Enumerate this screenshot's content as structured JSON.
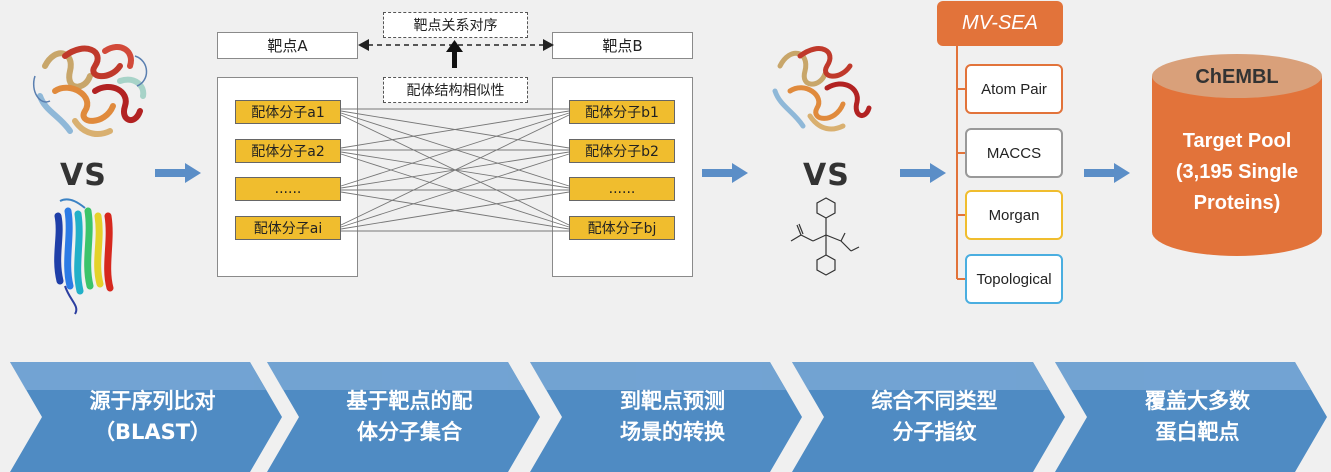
{
  "target_a": "靶点A",
  "target_b": "靶点B",
  "relation_top": "靶点关系对序",
  "relation_mid": "配体结构相似性",
  "ligands_a": [
    "配体分子a1",
    "配体分子a2",
    "......",
    "配体分子ai"
  ],
  "ligands_b": [
    "配体分子b1",
    "配体分子b2",
    "......",
    "配体分子bj"
  ],
  "vs_label": "VS",
  "method_title": "MV-SEA",
  "fingerprints": [
    "Atom Pair",
    "MACCS",
    "Morgan",
    "Topological"
  ],
  "database": {
    "name": "ChEMBL",
    "line1": "Target Pool",
    "line2": "(3,195 Single",
    "line3": "Proteins)"
  },
  "steps": [
    "源于序列比对\n（BLAST）",
    "基于靶点的配\n体分子集合",
    "到靶点预测\n场景的转换",
    "综合不同类型\n分子指纹",
    "覆盖大多数\n蛋白靶点"
  ],
  "colors": {
    "arrow": "#5b8ec7",
    "ligand_fill": "#f0bd2e",
    "mvsea": "#e2733a",
    "cylinder": "#e2733a",
    "chevron": "#4f8bc3",
    "fp_borders": [
      "#e2733a",
      "#999999",
      "#f0bd2e",
      "#4aaee0"
    ]
  }
}
